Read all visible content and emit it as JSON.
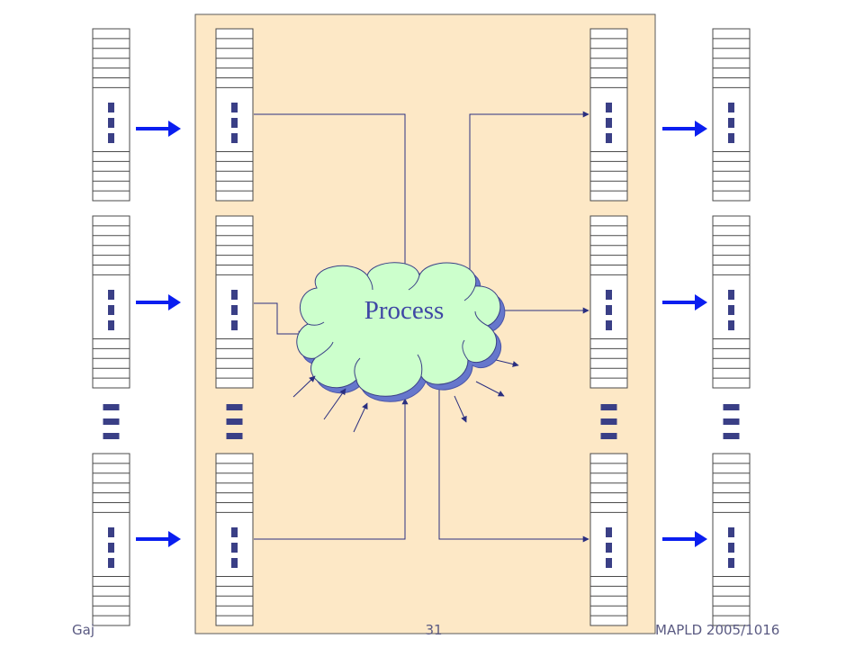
{
  "diagram": {
    "process_label": "Process"
  },
  "footer": {
    "author": "Gaj",
    "page_number": "31",
    "conference": "MAPLD 2005/1016"
  },
  "colors": {
    "panel_fill": "#fde8c6",
    "panel_stroke": "#5a5a5a",
    "fifo_fill": "#ffffff",
    "fifo_stroke": "#4a4a4a",
    "dots": "#3a3f86",
    "arrow_blue": "#0a1ef0",
    "cloud_fill": "#ccffcc",
    "cloud_shadow": "#6677cc",
    "cloud_text": "#3f47a5",
    "line_color": "#2a2f80"
  }
}
